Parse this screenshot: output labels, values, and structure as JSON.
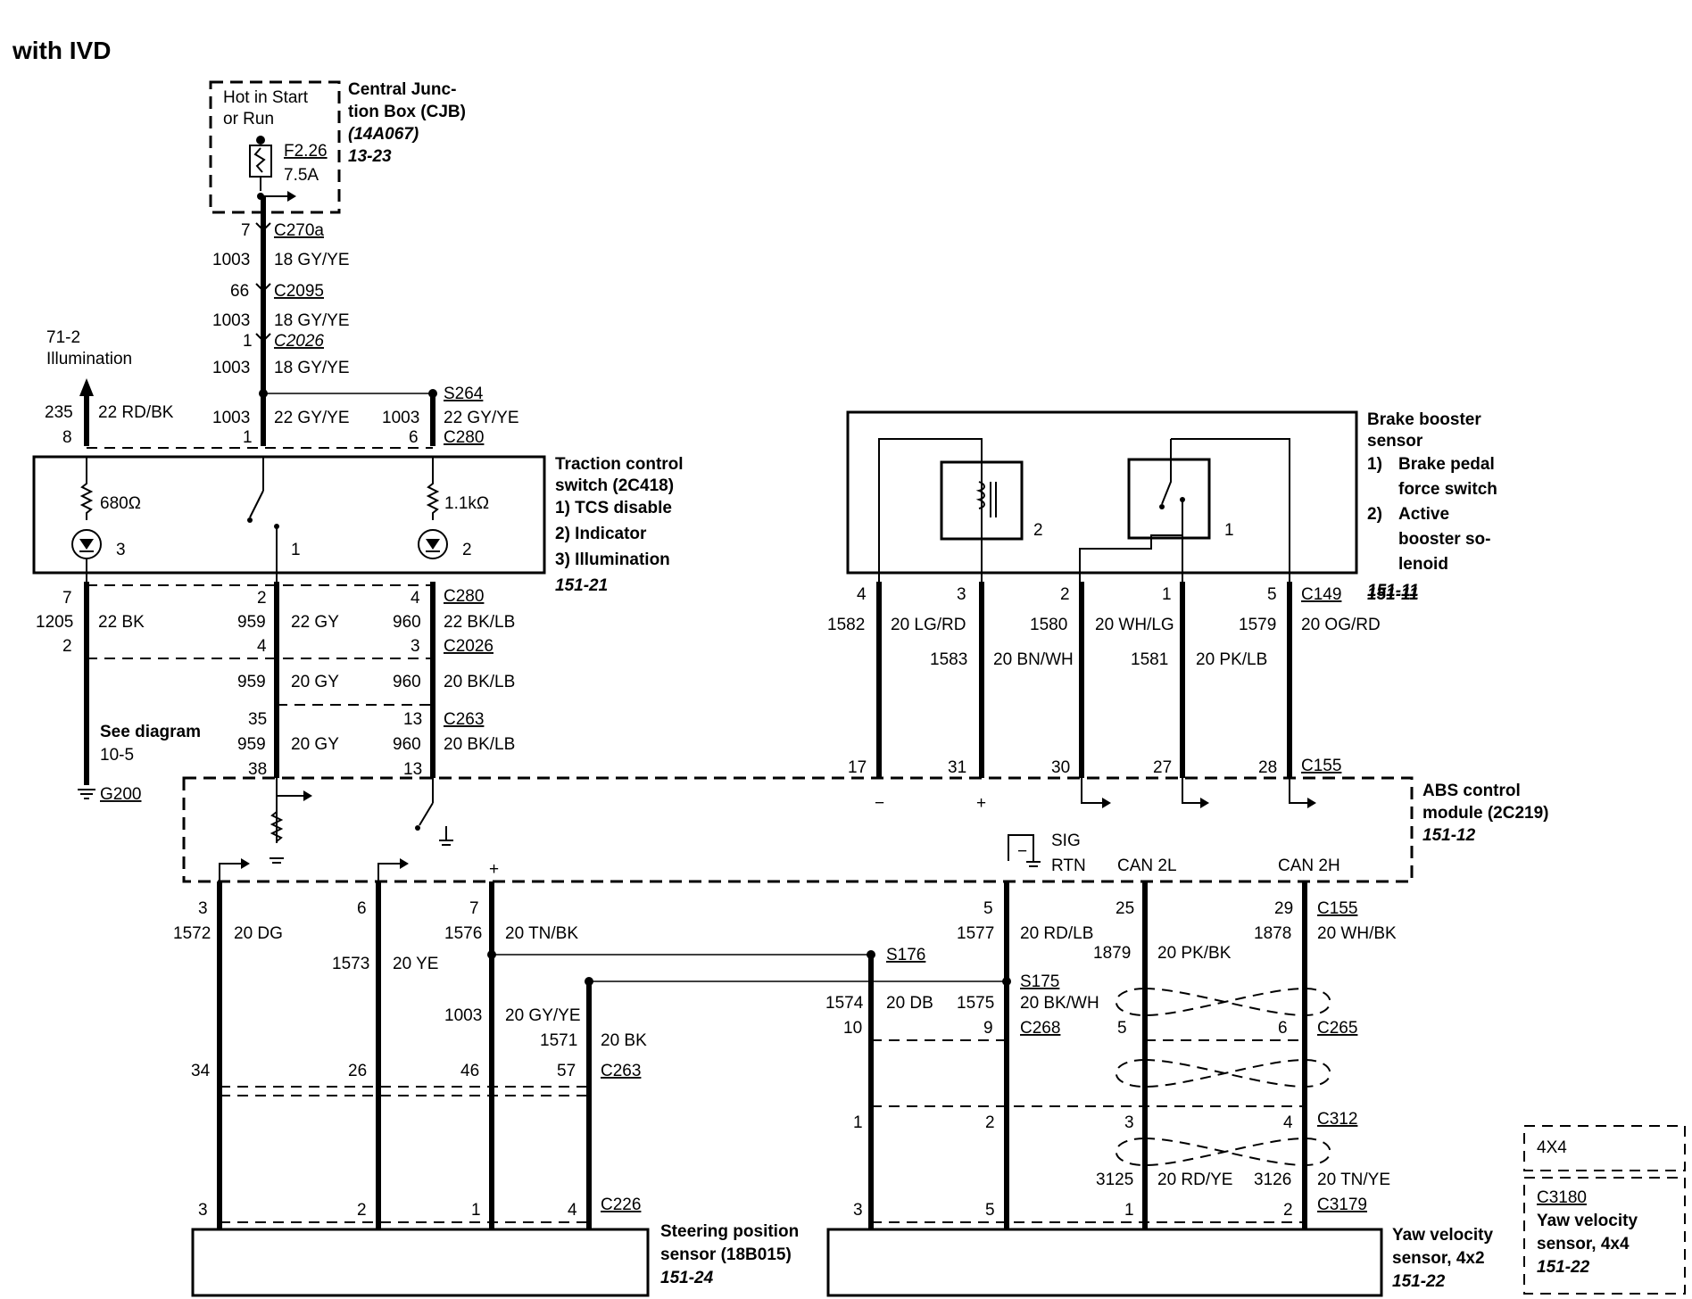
{
  "title": "with IVD",
  "cjb": {
    "hot_line1": "Hot in Start",
    "hot_line2": "or Run",
    "fuse": "F2.26",
    "fuse_rating": "7.5A",
    "name1": "Central Junc-",
    "name2": "tion Box (CJB)",
    "part": "(14A067)",
    "ref": "13-23"
  },
  "feed": [
    {
      "pin": "7",
      "connector": "C270a",
      "circuit": "1003",
      "wire": "18 GY/YE"
    },
    {
      "pin": "66",
      "connector": "C2095",
      "circuit": "1003",
      "wire": "18 GY/YE"
    },
    {
      "pin": "1",
      "connector": "C2026",
      "circuit": "1003",
      "wire": "18 GY/YE"
    }
  ],
  "illum": {
    "ref": "71-2",
    "label": "Illumination",
    "circuit": "235",
    "wire": "22 RD/BK",
    "pin": "8"
  },
  "s264": {
    "splice": "S264",
    "circuit_a": "1003",
    "wire_a": "22 GY/YE",
    "pin_a": "1",
    "circuit_b": "1003",
    "wire_b": "22 GY/YE",
    "pin_b": "6",
    "connector": "C280"
  },
  "tcs": {
    "r1": "680Ω",
    "r2": "1.1kΩ",
    "lamp1_pin": "3",
    "switch_pin": "1",
    "lamp2_pin": "2",
    "name1": "Traction control",
    "name2": "switch (2C418)",
    "items": [
      "1)  TCS disable",
      "2)  Indicator",
      "3)  Illumination"
    ],
    "ref": "151-21"
  },
  "tcs_out": {
    "left": {
      "pin_top": "7",
      "circuit": "1205",
      "wire": "22 BK",
      "pin_bottom": "2"
    },
    "mid": {
      "pin_top": "2",
      "circuit": "959",
      "wire": "22 GY",
      "pin_bottom": "4"
    },
    "right": {
      "pin_top": "4",
      "circuit": "960",
      "wire": "22 BK/LB",
      "pin_bottom": "3"
    },
    "connector_top": "C280",
    "connector_bottom": "C2026"
  },
  "mid_wires": {
    "c1": "959",
    "w1": "20 GY",
    "c2": "960",
    "w2": "20 BK/LB"
  },
  "c263_top": {
    "pin_a": "35",
    "pin_b": "13",
    "connector": "C263",
    "c1": "959",
    "w1": "20 GY",
    "c2": "960",
    "w2": "20 BK/LB",
    "pin_a_bot": "38",
    "pin_b_bot": "13"
  },
  "ground": {
    "see": "See diagram",
    "ref": "10-5",
    "ground": "G200"
  },
  "brake": {
    "name1": "Brake booster",
    "name2": "sensor",
    "items": [
      [
        "1)",
        "Brake pedal",
        "force switch"
      ],
      [
        "2)",
        "Active",
        "booster so-",
        "lenoid"
      ]
    ],
    "ref": "151-11",
    "inner1": "2",
    "inner2": "1",
    "pins_top": [
      "4",
      "3",
      "2",
      "1",
      "5"
    ],
    "connector_top": "C149",
    "circuits": [
      {
        "circuit": "1582",
        "wire": "20 LG/RD"
      },
      {
        "circuit": "1583",
        "wire": "20 BN/WH"
      },
      {
        "circuit": "1580",
        "wire": "20 WH/LG"
      },
      {
        "circuit": "1581",
        "wire": "20 PK/LB"
      },
      {
        "circuit": "1579",
        "wire": "20 OG/RD"
      }
    ],
    "pins_bottom": [
      "17",
      "31",
      "30",
      "27",
      "28"
    ],
    "connector_bottom": "C155"
  },
  "abs": {
    "name1": "ABS control",
    "name2": "module (2C219)",
    "ref": "151-12",
    "minus": "−",
    "plus": "+",
    "sig": "SIG",
    "rtn": "RTN",
    "can_l": "CAN 2L",
    "can_h": "CAN 2H",
    "plus2": "+",
    "minus2": "−"
  },
  "steering": {
    "wires": [
      {
        "pin_top": "3",
        "circuit": "1572",
        "wire": "20 DG",
        "pin_mid": "34",
        "pin_bottom": "3"
      },
      {
        "pin_top": "6",
        "circuit": "1573",
        "wire": "20 YE",
        "pin_mid": "26",
        "pin_bottom": "2"
      },
      {
        "pin_top": "7",
        "circuit": "1576",
        "wire": "20 TN/BK",
        "pin_mid": "46",
        "pin_bottom": "1"
      }
    ],
    "gy": {
      "circuit": "1003",
      "wire": "20 GY/YE"
    },
    "bk": {
      "circuit": "1571",
      "wire": "20 BK",
      "pin_mid": "57",
      "pin_bottom": "4"
    },
    "connector_mid": "C263",
    "connector_bottom": "C226",
    "name1": "Steering position",
    "name2": "sensor (18B015)",
    "ref": "151-24"
  },
  "yaw": {
    "s176": "S176",
    "s175": "S175",
    "db": {
      "circuit": "1574",
      "wire": "20 DB",
      "pin": "10",
      "pin2": "1",
      "pin3": "3"
    },
    "bkwh": {
      "circuit": "1575",
      "wire": "20 BK/WH",
      "pin": "9",
      "pin2": "2",
      "pin3": "5"
    },
    "c268": "C268",
    "rdlb": {
      "pin": "5",
      "circuit": "1577",
      "wire": "20 RD/LB"
    },
    "pkbk": {
      "pin": "25",
      "circuit": "1879",
      "wire": "20 PK/BK",
      "pin2": "5",
      "pin3": "3",
      "pin4": "1"
    },
    "whbk": {
      "pin": "29",
      "circuit": "1878",
      "wire": "20 WH/BK",
      "pin2": "6",
      "pin3": "4",
      "pin4": "2"
    },
    "c155": "C155",
    "c265": "C265",
    "c312": "C312",
    "c3179": "C3179",
    "rdye": {
      "circuit": "3125",
      "wire": "20 RD/YE"
    },
    "tnye": {
      "circuit": "3126",
      "wire": "20 TN/YE"
    },
    "name1": "Yaw velocity",
    "name2": "sensor, 4x2",
    "ref": "151-22"
  },
  "alt": {
    "label": "4X4",
    "connector": "C3180",
    "name1": "Yaw velocity",
    "name2": "sensor, 4x4",
    "ref": "151-22"
  }
}
